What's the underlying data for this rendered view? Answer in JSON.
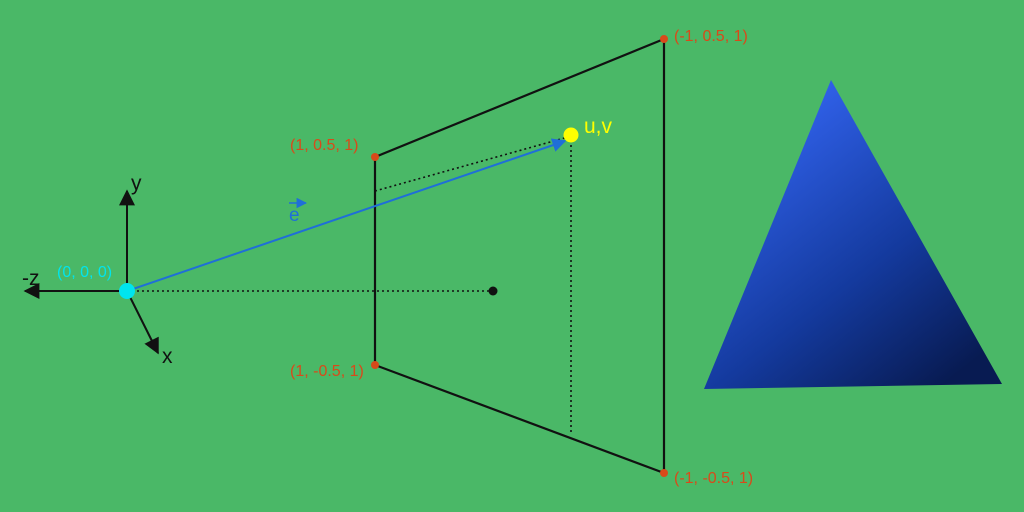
{
  "colors": {
    "background": "#4ab867",
    "orange": "#d84a1a",
    "cyan": "#00e5ee",
    "yellow": "#ffff00",
    "blue": "#1f6fd8",
    "black": "#111111",
    "triangle_light": "#2f5fe6",
    "triangle_dark": "#081b52"
  },
  "axes": {
    "y_label": "y",
    "x_label": "x",
    "neg_z_label": "-z"
  },
  "origin": {
    "label": "(0, 0, 0)"
  },
  "vector": {
    "label": "e"
  },
  "image_plane": {
    "corner_top_left": "(1, 0.5, 1)",
    "corner_bottom_left": "(1, -0.5, 1)",
    "corner_top_right": "(-1, 0.5, 1)",
    "corner_bottom_right": "(-1, -0.5, 1)"
  },
  "sample_point": {
    "label": "u,v"
  }
}
